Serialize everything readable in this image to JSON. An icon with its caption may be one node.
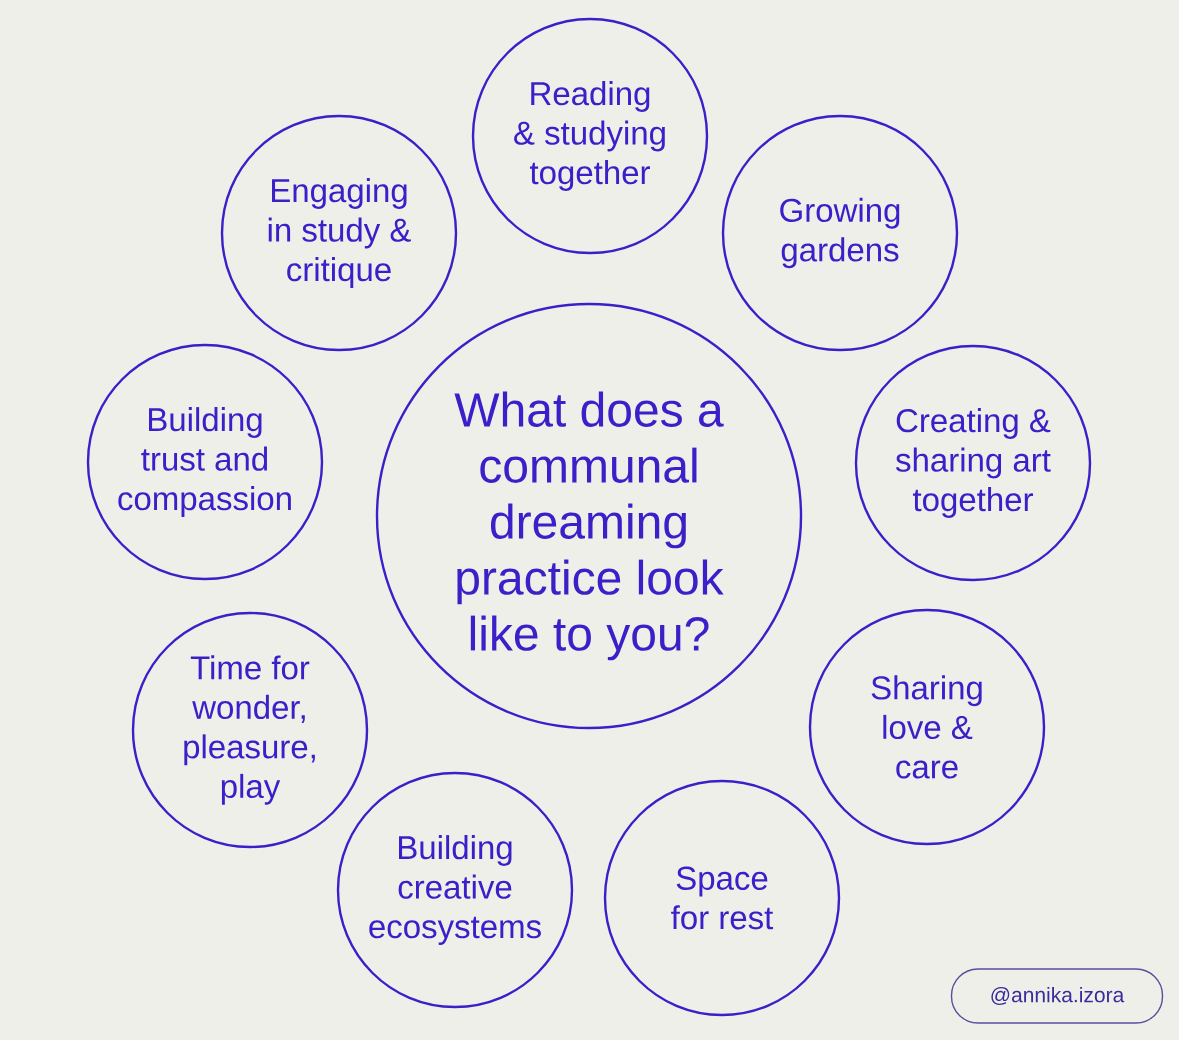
{
  "diagram": {
    "nodes": [
      {
        "text": [
          "What does a communal dreaming practice look like to you?"
        ]
      },
      {
        "text": [
          "Reading & studying together"
        ]
      },
      {
        "text": [
          "Growing gardens"
        ]
      },
      {
        "text": [
          "Creating & sharing art together"
        ]
      },
      {
        "text": [
          "Sharing love & care"
        ]
      },
      {
        "text": [
          "Space for rest"
        ]
      },
      {
        "text": [
          "Building creative ecosystems"
        ]
      },
      {
        "text": [
          "Time for wonder, pleasure, play"
        ]
      },
      {
        "text": [
          "Building trust and compassion"
        ]
      },
      {
        "text": [
          "Engaging in study & critique"
        ]
      },
      {
        "text": [
          "@annika.izora"
        ]
      }
    ]
  }
}
